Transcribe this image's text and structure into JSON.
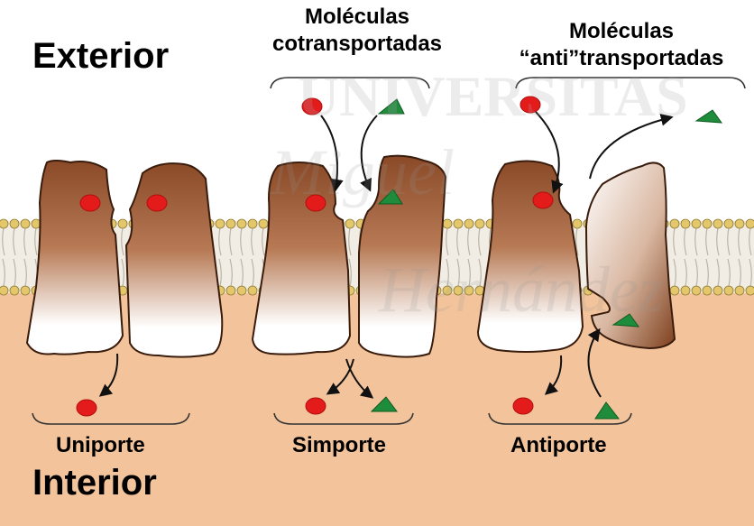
{
  "labels": {
    "exterior": "Exterior",
    "interior": "Interior",
    "cotransported": [
      "Moléculas",
      "cotransportadas"
    ],
    "antitransported": [
      "Moléculas",
      "“anti”transportadas"
    ]
  },
  "transporters": [
    {
      "name": "Uniporte"
    },
    {
      "name": "Simporte"
    },
    {
      "name": "Antiporte"
    }
  ],
  "watermark": {
    "line1": "UNIVERSITAS",
    "line2": "Miguel",
    "line3": "Hernández"
  },
  "colors": {
    "cytoplasm": "#f3c49b",
    "exterior": "#ffffff",
    "membrane_head": "#e4c76a",
    "membrane_tail": "#c9c4b8",
    "protein_dark": "#8a4a28",
    "protein_light": "#ffffff",
    "red_molecule": "#e31b1b",
    "green_molecule": "#1e8c3a"
  }
}
